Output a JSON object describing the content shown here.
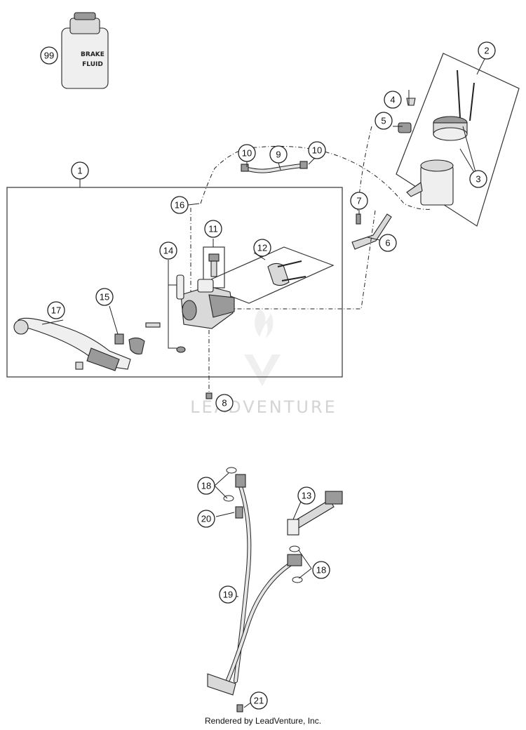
{
  "callouts": [
    "99",
    "2",
    "4",
    "5",
    "3",
    "1",
    "10",
    "9",
    "10",
    "16",
    "7",
    "6",
    "11",
    "12",
    "14",
    "15",
    "17",
    "8",
    "18",
    "13",
    "20",
    "18",
    "19",
    "21"
  ],
  "bottle_label": [
    "BRAKE",
    "FLUID"
  ],
  "watermark": "LEADVENTURE",
  "footer": "Rendered by LeadVenture, Inc."
}
